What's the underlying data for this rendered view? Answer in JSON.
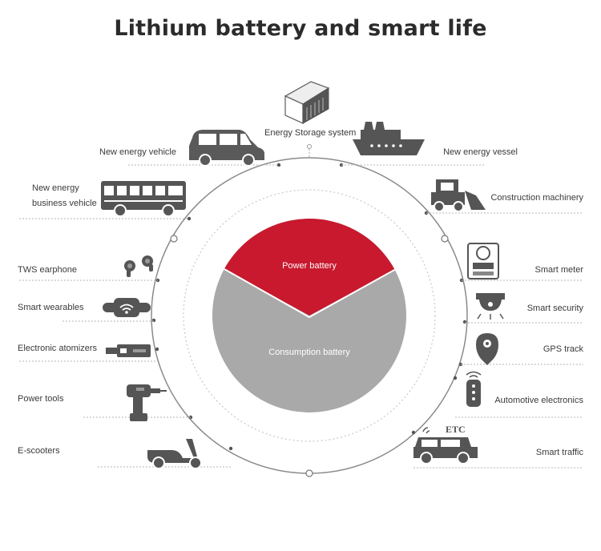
{
  "title": "Lithium battery and smart life",
  "center": {
    "top_label": "Power battery",
    "bottom_label": "Consumption battery",
    "top_color": "#c8192e",
    "bottom_color": "#a9a9a9"
  },
  "top_item": {
    "label": "Energy Storage system",
    "icon": "container-icon"
  },
  "left_items": [
    {
      "label": "New energy vehicle",
      "icon": "car-icon"
    },
    {
      "label": "New energy\nbusiness vehicle",
      "icon": "bus-icon"
    },
    {
      "label": "TWS earphone",
      "icon": "earbuds-icon"
    },
    {
      "label": "Smart wearables",
      "icon": "smartband-icon"
    },
    {
      "label": "Electronic atomizers",
      "icon": "atomizer-icon"
    },
    {
      "label": "Power tools",
      "icon": "drill-icon"
    },
    {
      "label": "E-scooters",
      "icon": "scooter-icon"
    }
  ],
  "right_items": [
    {
      "label": "New energy vessel",
      "icon": "ship-icon"
    },
    {
      "label": "Construction machinery",
      "icon": "loader-icon"
    },
    {
      "label": "Smart meter",
      "icon": "meter-icon"
    },
    {
      "label": "Smart security",
      "icon": "camera-icon"
    },
    {
      "label": "GPS track",
      "icon": "gps-tracker-icon"
    },
    {
      "label": "Automotive electronics",
      "icon": "car-key-icon"
    },
    {
      "label": "Smart traffic",
      "icon": "etc-jeep-icon"
    }
  ],
  "etc_text": "ETC"
}
